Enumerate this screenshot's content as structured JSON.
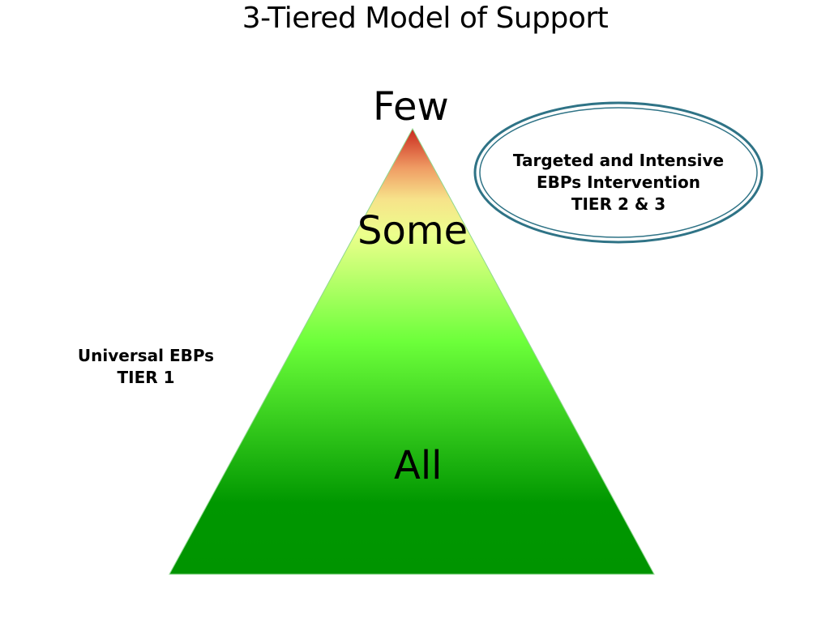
{
  "title": "3-Tiered Model of Support",
  "pyramid": {
    "tiers": {
      "top": "Few",
      "middle": "Some",
      "bottom": "All"
    }
  },
  "left_note": {
    "line1": "Universal EBPs",
    "line2": "TIER 1"
  },
  "callout": {
    "line1": "Targeted and Intensive",
    "line2": "EBPs Intervention",
    "line3": "TIER 2 & 3"
  },
  "colors": {
    "top": "#c8231a",
    "upper_band": "#f5d37a",
    "yellow_green": "#e9ff8a",
    "bright_green": "#6cff3a",
    "dark_green": "#009400",
    "ellipse_stroke": "#2f7386"
  }
}
